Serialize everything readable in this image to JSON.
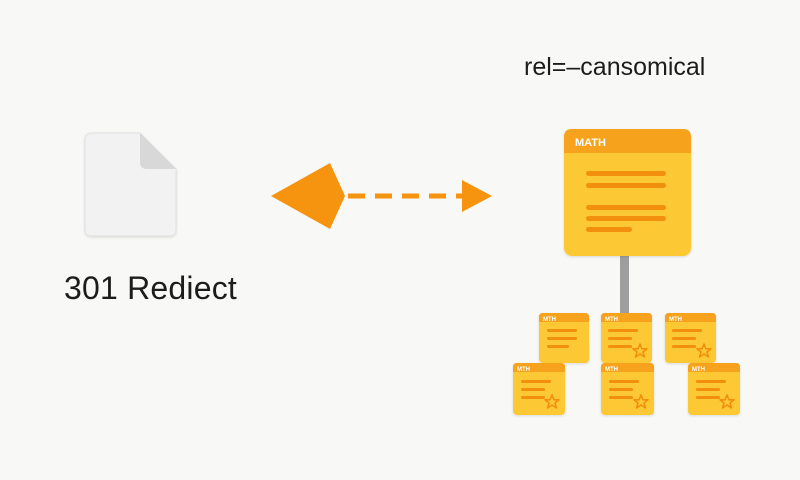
{
  "left": {
    "label": "301 Rediect"
  },
  "right": {
    "label": "rel=–cansomical",
    "main_card_title": "MATH",
    "child_card_title": "MTH",
    "child_count": 6
  },
  "icons": {
    "document": "document-icon",
    "arrow": "bidirectional-arrow-icon",
    "star": "star-icon"
  },
  "colors": {
    "background": "#f8f8f6",
    "orange": "#f7940f",
    "card_yellow": "#fcc936",
    "card_header": "#f7a21a",
    "text": "#1c1c1c",
    "connector": "#9e9e9e"
  }
}
